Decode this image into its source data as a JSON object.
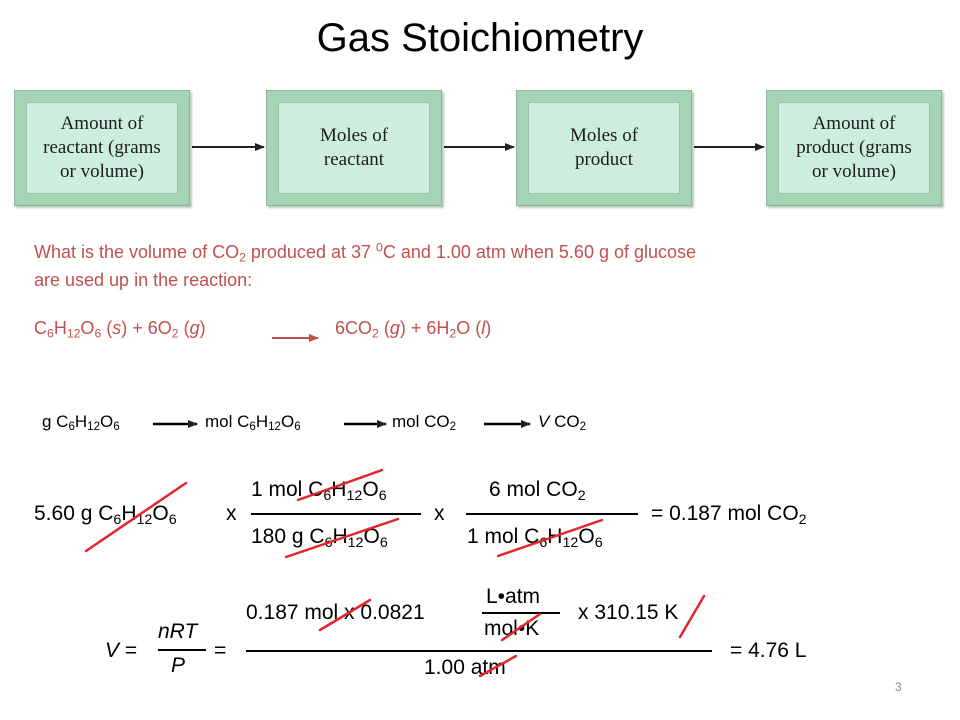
{
  "title": "Gas Stoichiometry",
  "flow_boxes": [
    {
      "label": "Amount of\nreactant (grams\nor volume)"
    },
    {
      "label": "Moles of\nreactant"
    },
    {
      "label": "Moles of\nproduct"
    },
    {
      "label": "Amount of\nproduct (grams\nor volume)"
    }
  ],
  "question": {
    "l1a": "What is the volume of CO",
    "l1s": "2",
    "l1b": " produced at 37 ",
    "l1sup": "0",
    "l1c": "C and 1.00 atm when 5.60 g of glucose",
    "l2": "are used up in the reaction:"
  },
  "reaction": {
    "a": "C",
    "b": "6",
    "c": "H",
    "d": "12",
    "e": "O",
    "f": "6",
    "g": " (",
    "h": "s",
    "i": ") + 6O",
    "j": "2",
    "k": " (",
    "l": "g",
    "m": ")",
    "p": "6CO",
    "q": "2",
    "r": " (",
    "s": "g",
    "t": ") + 6H",
    "u": "2",
    "v": "O (",
    "w": "l",
    "x": ")"
  },
  "path": {
    "s1": {
      "a": "g C",
      "b": "6",
      "c": "H",
      "d": "12",
      "e": "O",
      "f": "6"
    },
    "s2": {
      "a": "mol C",
      "b": "6",
      "c": "H",
      "d": "12",
      "e": "O",
      "f": "6"
    },
    "s3": {
      "a": "mol CO",
      "b": "2"
    },
    "s4": {
      "a": "V",
      "b": " CO",
      "c": "2"
    }
  },
  "conversion": {
    "start": {
      "a": "5.60 g C",
      "b": "6",
      "c": "H",
      "d": "12",
      "e": "O",
      "f": "6"
    },
    "x1": "x",
    "f1n": {
      "a": "1 mol C",
      "b": "6",
      "c": "H",
      "d": "12",
      "e": "O",
      "f": "6"
    },
    "f1d": {
      "a": "180 g C",
      "b": "6",
      "c": "H",
      "d": "12",
      "e": "O",
      "f": "6"
    },
    "x2": "x",
    "f2n": {
      "a": "6 mol CO",
      "b": "2"
    },
    "f2d": {
      "a": "1 mol C",
      "b": "6",
      "c": "H",
      "d": "12",
      "e": "O",
      "f": "6"
    },
    "result": {
      "a": "= 0.187 mol CO",
      "b": "2"
    }
  },
  "gas_law": {
    "v_eq": "V =",
    "nrt": "nRT",
    "p": "P",
    "eq1": "=",
    "num_left": "0.187 mol x 0.0821",
    "unit_num": "L•atm",
    "unit_den": "mol•K",
    "num_right": "x 310.15 K",
    "den": "1.00 atm",
    "result": "= 4.76 L"
  },
  "page_number": "3",
  "colors": {
    "question": "#c0504d",
    "strike": "#e3262c",
    "box_outer": "#a5d4b5",
    "box_inner": "#cdeede"
  }
}
